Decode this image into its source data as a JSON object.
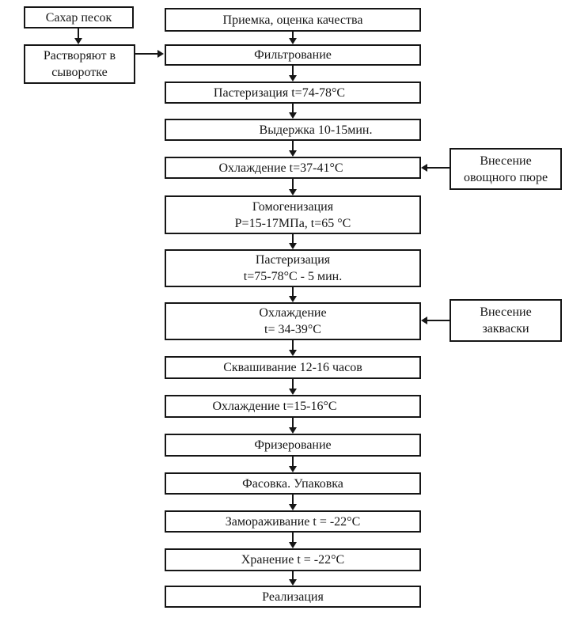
{
  "page": {
    "background": "#ffffff",
    "line_color": "#161616",
    "text_color": "#161616"
  },
  "flowchart": {
    "type": "process-flow-diagram",
    "left_branch": {
      "sugar": {
        "label": "Сахар песок"
      },
      "dissolve": {
        "label": "Растворяют в\nсыворотке"
      }
    },
    "main_steps": [
      {
        "label": "Приемка, оценка качества"
      },
      {
        "label": "Фильтрование"
      },
      {
        "label": "Пастеризация t=74-78°С"
      },
      {
        "label": "Выдержка 10-15мин."
      },
      {
        "label": "Охлаждение t=37-41°С"
      },
      {
        "label": "Гомогенизация\nР=15-17МПа, t=65 °С"
      },
      {
        "label": "Пастеризация\nt=75-78°С - 5 мин."
      },
      {
        "label": "Охлаждение\nt= 34-39°С"
      },
      {
        "label": "Сквашивание 12-16 часов"
      },
      {
        "label": "Охлаждение t=15-16°С"
      },
      {
        "label": "Фризерование"
      },
      {
        "label": "Фасовка. Упаковка"
      },
      {
        "label": "Замораживание t = -22°С"
      },
      {
        "label": "Хранение t = -22°С"
      },
      {
        "label": "Реализация"
      }
    ],
    "side_inputs": [
      {
        "label": "Внесение\nовощного пюре"
      },
      {
        "label": "Внесение\nзакваски"
      }
    ]
  }
}
